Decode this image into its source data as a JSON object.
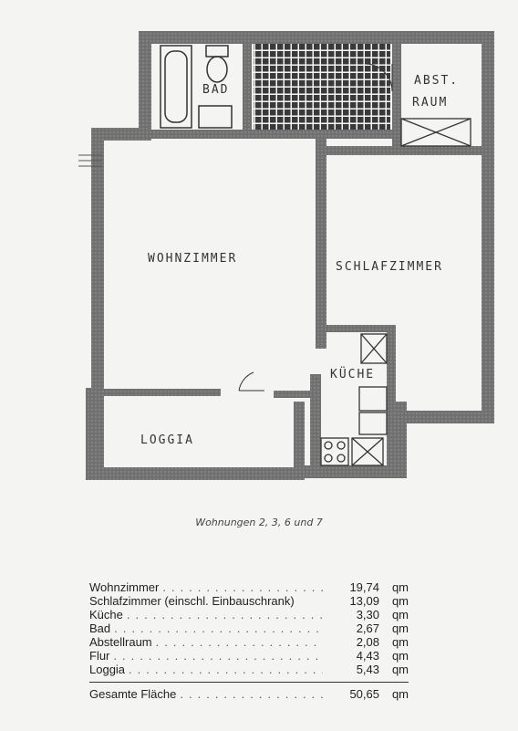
{
  "rooms": {
    "bad": "BAD",
    "abstell_line1": "ABST.",
    "abstell_line2": "RAUM",
    "wohnzimmer": "WOHNZIMMER",
    "schlafzimmer": "SCHLAFZIMMER",
    "kueche": "KÜCHE",
    "loggia": "LOGGIA"
  },
  "caption": "Wohnungen 2, 3, 6 und 7",
  "areas": [
    {
      "name": "Wohnzimmer",
      "value": "19,74",
      "unit": "qm"
    },
    {
      "name": "Schlafzimmer (einschl. Einbauschrank)",
      "value": "13,09",
      "unit": "qm"
    },
    {
      "name": "Küche",
      "value": "3,30",
      "unit": "qm"
    },
    {
      "name": "Bad",
      "value": "2,67",
      "unit": "qm"
    },
    {
      "name": "Abstellraum",
      "value": "2,08",
      "unit": "qm"
    },
    {
      "name": "Flur",
      "value": "4,43",
      "unit": "qm"
    },
    {
      "name": "Loggia",
      "value": "5,43",
      "unit": "qm"
    }
  ],
  "total": {
    "name": "Gesamte Fläche",
    "value": "50,65",
    "unit": "qm"
  },
  "colors": {
    "wall": "#6a6a6a",
    "tile": "#3a3a3a",
    "paper": "#f4f4f2"
  }
}
